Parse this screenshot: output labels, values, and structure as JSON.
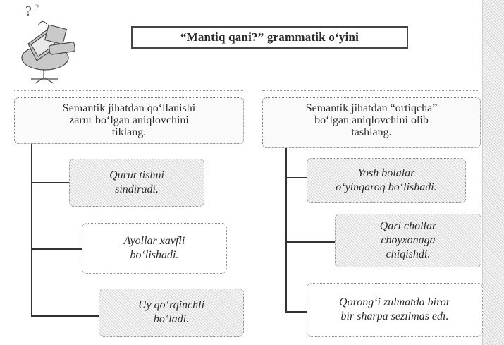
{
  "title": "“Mantiq qani?” grammatik o‘yini",
  "left": {
    "heading": [
      "Semantik jihatdan qo‘llanishi",
      "zarur bo‘lgan aniqlovchini",
      "tiklang."
    ],
    "items": [
      [
        "Qurut  tishni",
        "sindiradi."
      ],
      [
        "Ayollar  xavfli",
        "bo‘lishadi."
      ],
      [
        "Uy qo‘rqinchli",
        "bo‘ladi."
      ]
    ]
  },
  "right": {
    "heading": [
      "Semantik jihatdan “ortiqcha”",
      "bo‘lgan aniqlovchini olib",
      "tashlang."
    ],
    "items": [
      [
        "Yosh bolalar",
        "o‘yinqaroq bo‘lishadi."
      ],
      [
        "Qari chollar",
        "choyxonaga",
        "chiqishdi."
      ],
      [
        "Qorong‘i zulmatda biror",
        "bir sharpa sezilmas edi."
      ]
    ]
  },
  "mascot_icon": "confused-computer-icon",
  "colors": {
    "line": "#333333",
    "shade": "#dadada"
  }
}
